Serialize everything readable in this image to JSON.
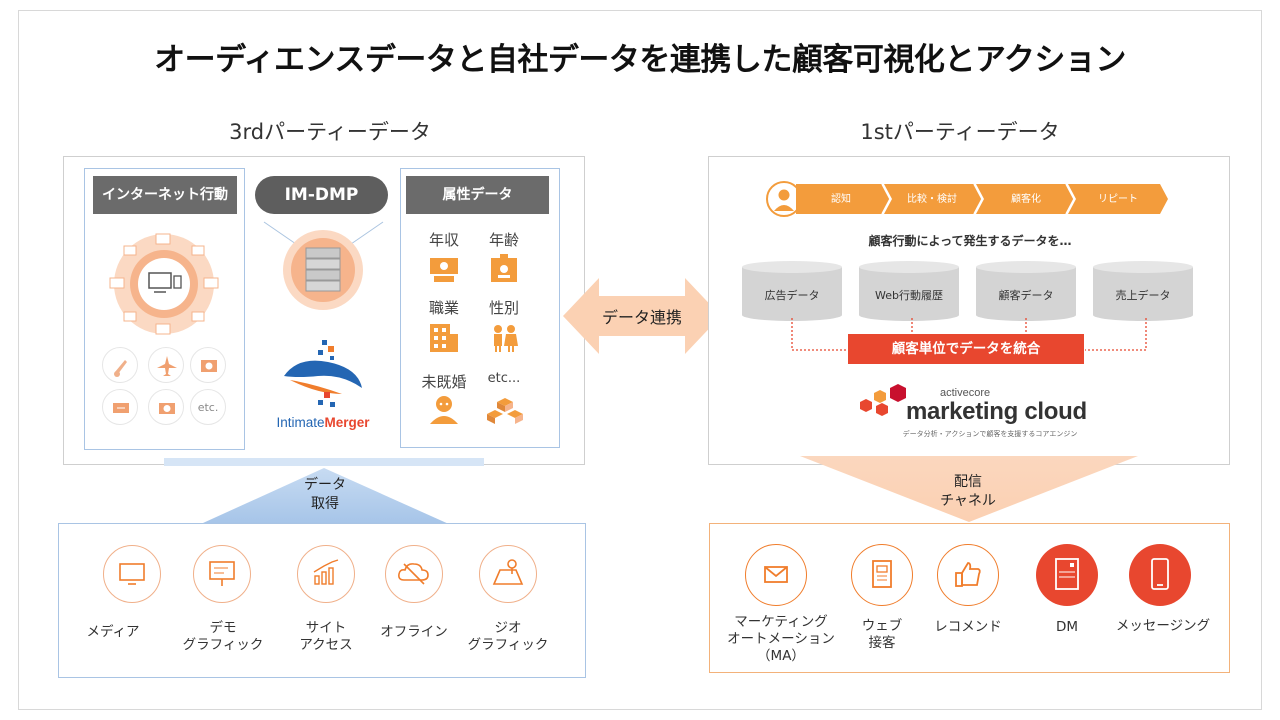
{
  "title": "オーディエンスデータと自社データを連携した顧客可視化とアクション",
  "third_party": {
    "heading": "3rdパーティーデータ",
    "internet_behavior": "インターネット行動",
    "im_dmp": "IM-DMP",
    "logo_text_a": "Intimate",
    "logo_text_b": "Merger",
    "attributes_header": "属性データ",
    "attributes": [
      "年収",
      "年齢",
      "職業",
      "性別",
      "未既婚",
      "etc..."
    ],
    "small_etc": "etc."
  },
  "data_acquisition": "データ\n取得",
  "data_link": "データ連携",
  "media": [
    {
      "label": "メディア",
      "icon": "monitor-icon"
    },
    {
      "label": "デモ\nグラフィック",
      "icon": "presentation-board-icon"
    },
    {
      "label": "サイト\nアクセス",
      "icon": "bar-chart-icon"
    },
    {
      "label": "オフライン",
      "icon": "cloud-offline-icon"
    },
    {
      "label": "ジオ\nグラフィック",
      "icon": "map-pin-icon"
    }
  ],
  "first_party": {
    "heading": "1stパーティーデータ",
    "steps": [
      "認知",
      "比較・検討",
      "顧客化",
      "リピート"
    ],
    "behavior_caption": "顧客行動によって発生するデータを…",
    "databases": [
      "広告データ",
      "Web行動履歴",
      "顧客データ",
      "売上データ"
    ],
    "integrate": "顧客単位でデータを統合",
    "brand_small": "activecore",
    "brand_large": "marketing cloud",
    "brand_tagline": "データ分析・アクションで顧客を支援するコアエンジン"
  },
  "delivery_channel": "配信\nチャネル",
  "channels": [
    {
      "label": "マーケティング\nオートメーション\n（MA）",
      "icon": "envelope-icon"
    },
    {
      "label": "ウェブ\n接客",
      "icon": "web-page-icon"
    },
    {
      "label": "レコメンド",
      "icon": "thumbs-up-icon"
    },
    {
      "label": "DM",
      "icon": "dm-card-icon"
    },
    {
      "label": "メッセージング",
      "icon": "smartphone-icon"
    }
  ],
  "colors": {
    "orange": "#f39c3c",
    "red": "#e8472f",
    "gray_header": "#6b6b6b",
    "blue_border": "#a9c4e4"
  }
}
